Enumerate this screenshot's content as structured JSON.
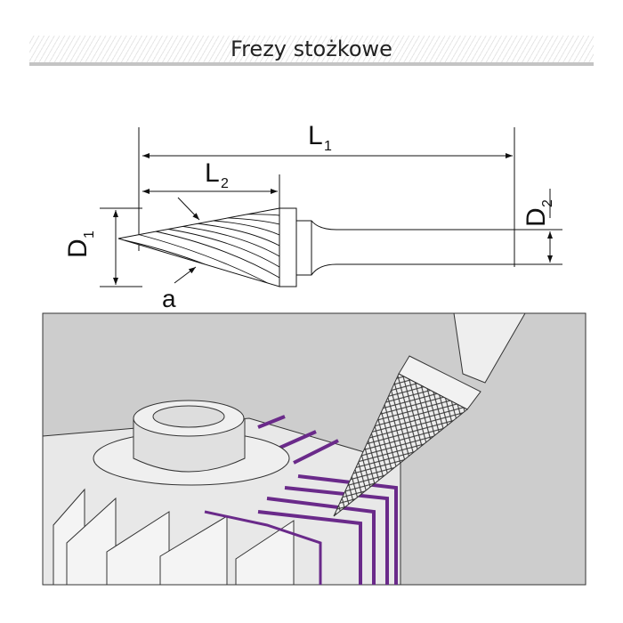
{
  "header": {
    "title": "Frezy stożkowe"
  },
  "diagram": {
    "labels": {
      "L1": "L",
      "L1_sub": "1",
      "L2": "L",
      "L2_sub": "2",
      "D1": "D",
      "D1_sub": "1",
      "D2": "D",
      "D2_sub": "2",
      "a": "a"
    }
  },
  "colors": {
    "photo_bg": "#cdcdcd",
    "purple": "#6a2a8a",
    "line": "#111111"
  }
}
